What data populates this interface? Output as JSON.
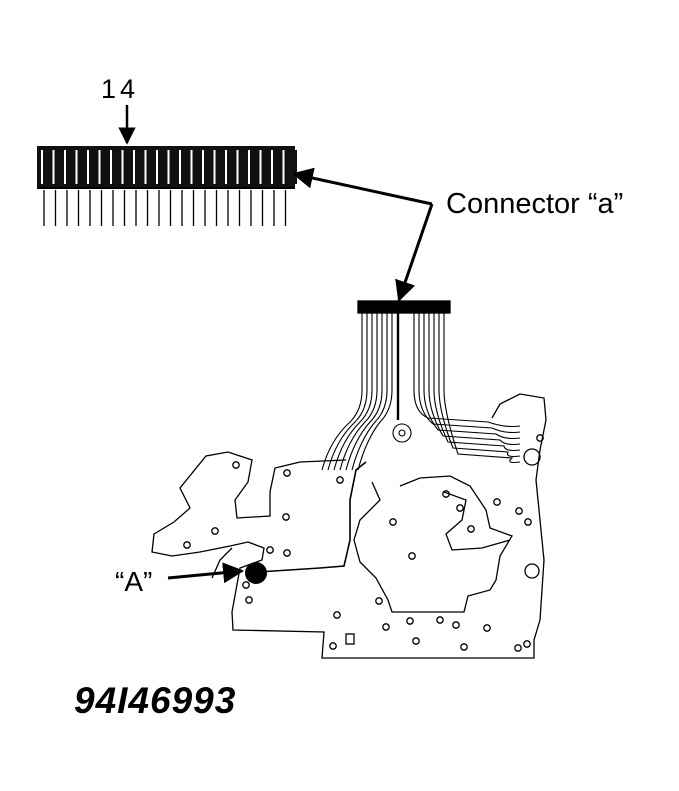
{
  "callout_number": "14",
  "connector_label": "Connector “a”",
  "point_label": "“A”",
  "figure_number": "94I46993"
}
